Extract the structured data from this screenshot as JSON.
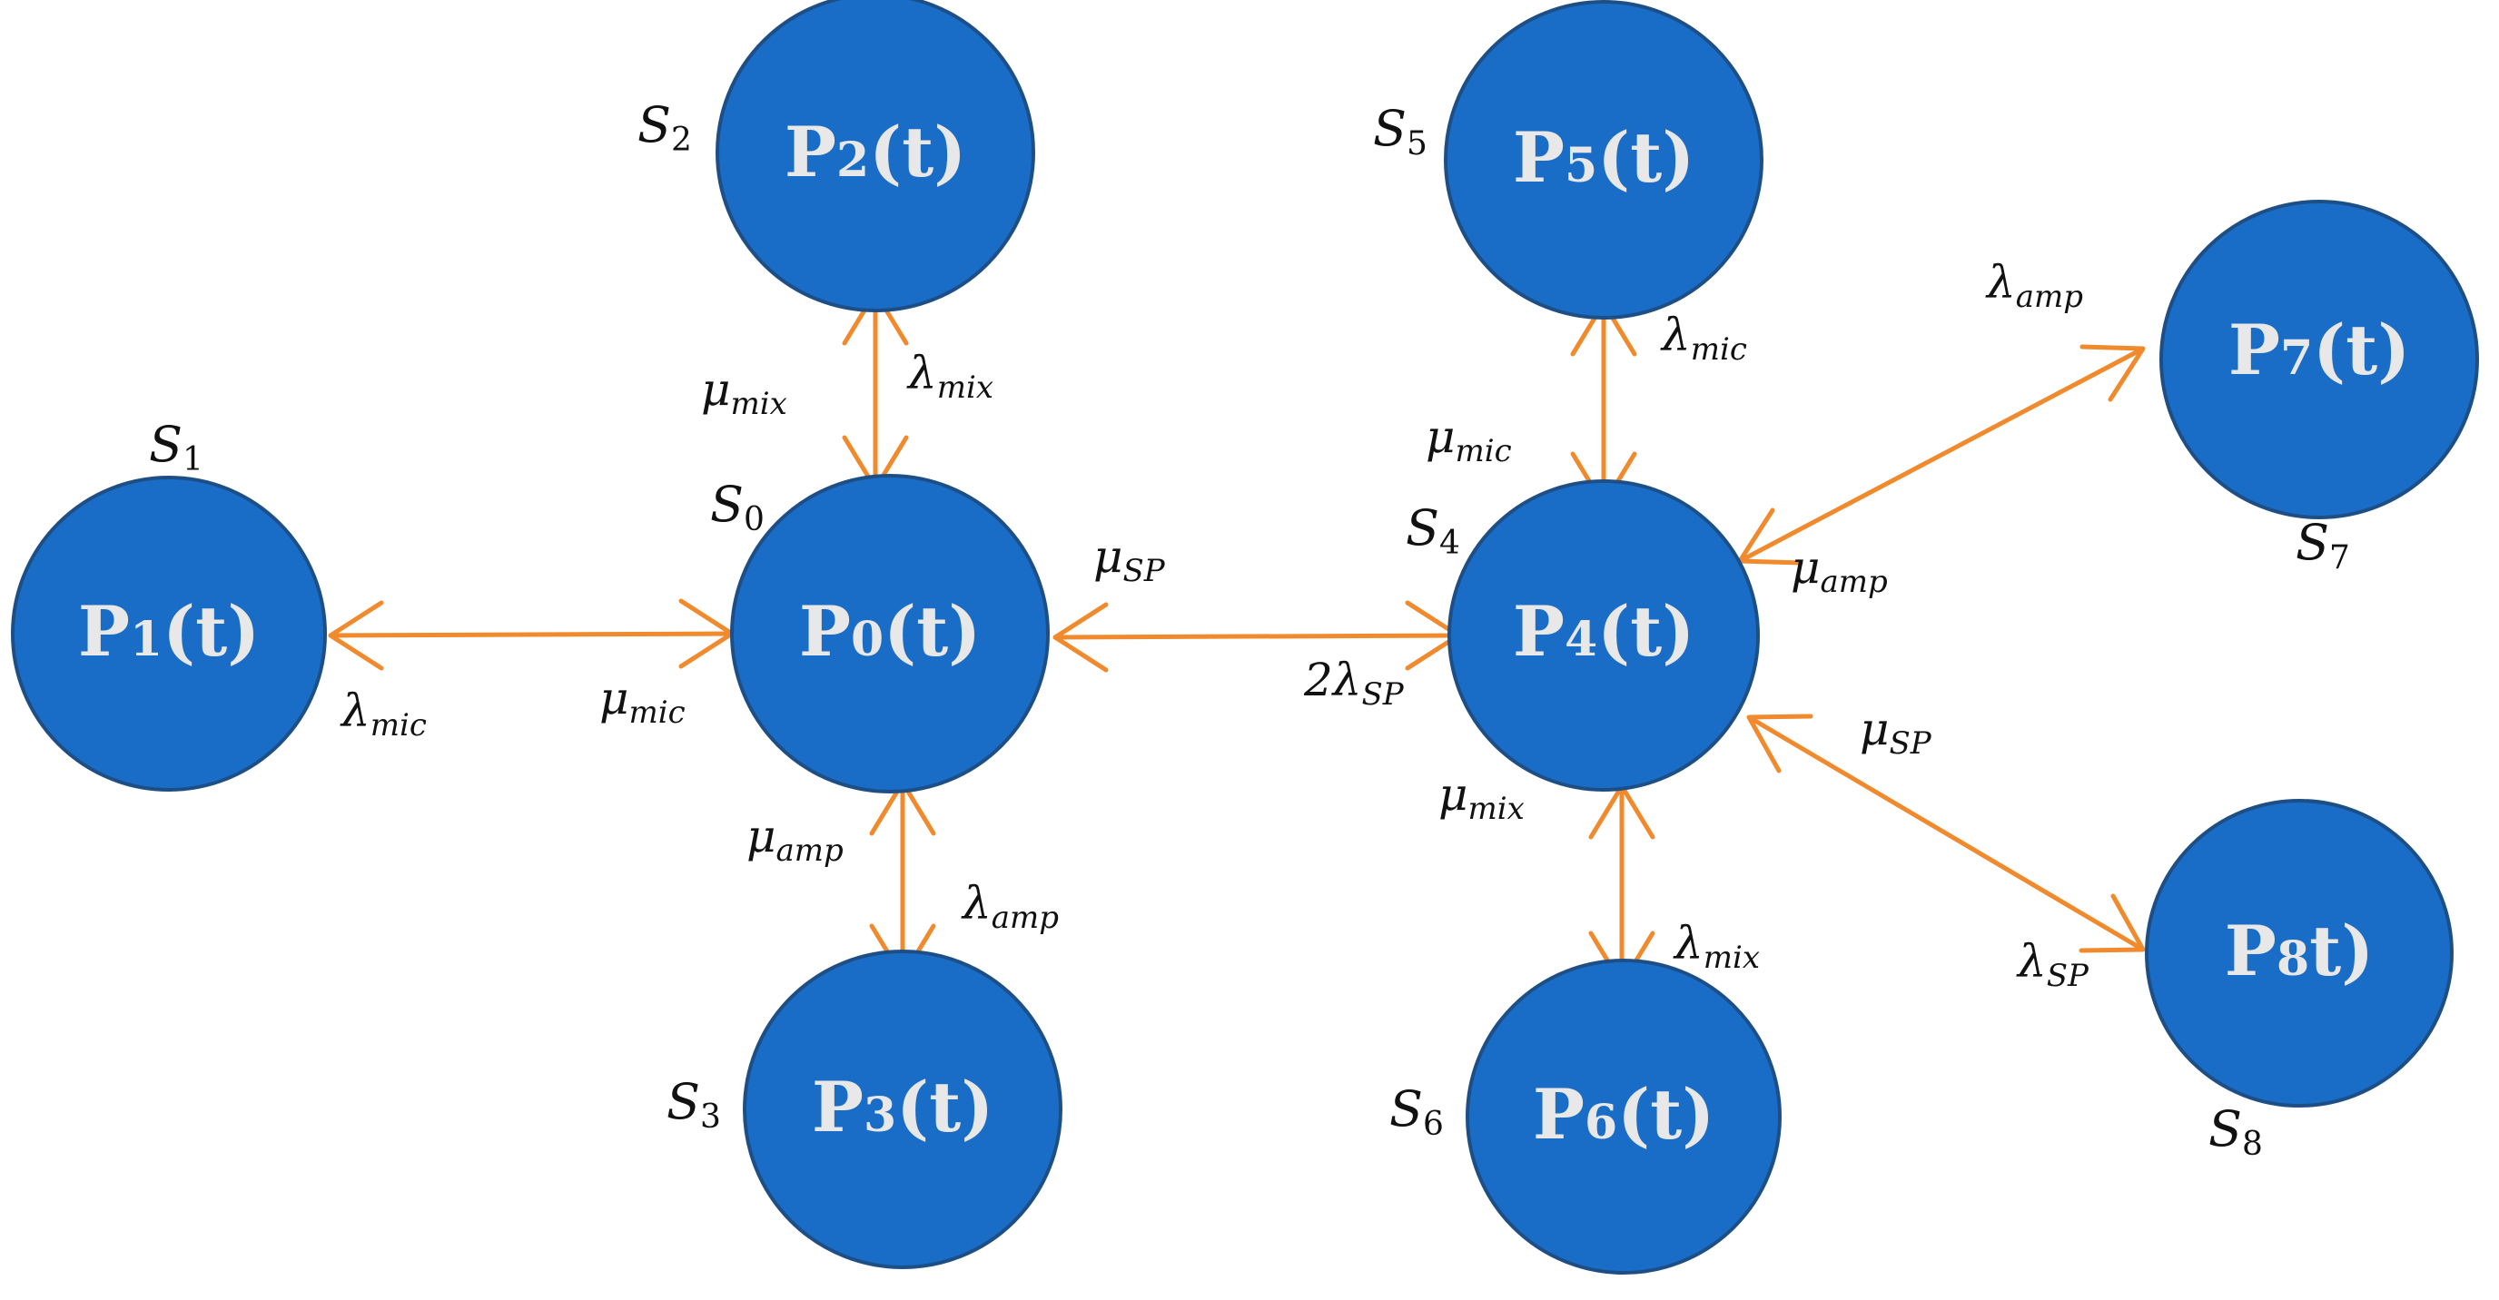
{
  "colors": {
    "node_fill": "#1a6dc6",
    "node_stroke": "#1d4f86",
    "node_text": "#e8e8e8",
    "arrow": "#f08a2d",
    "label_text": "#111111"
  },
  "nodes": [
    {
      "id": "n0",
      "main": "P",
      "sub": "0",
      "tail": "(t)",
      "state": "S",
      "state_sub": "0"
    },
    {
      "id": "n1",
      "main": "P",
      "sub": "1",
      "tail": "(t)",
      "state": "S",
      "state_sub": "1"
    },
    {
      "id": "n2",
      "main": "P",
      "sub": "2",
      "tail": "(t)",
      "state": "S",
      "state_sub": "2"
    },
    {
      "id": "n3",
      "main": "P",
      "sub": "3",
      "tail": "(t)",
      "state": "S",
      "state_sub": "3"
    },
    {
      "id": "n4",
      "main": "P",
      "sub": "4",
      "tail": "(t)",
      "state": "S",
      "state_sub": "4"
    },
    {
      "id": "n5",
      "main": "P",
      "sub": "5",
      "tail": "(t)",
      "state": "S",
      "state_sub": "5"
    },
    {
      "id": "n6",
      "main": "P",
      "sub": "6",
      "tail": "(t)",
      "state": "S",
      "state_sub": "6"
    },
    {
      "id": "n7",
      "main": "P",
      "sub": "7",
      "tail": "(t)",
      "state": "S",
      "state_sub": "7"
    },
    {
      "id": "n8",
      "main": "P",
      "sub": "8",
      "tail": "t)",
      "state": "S",
      "state_sub": "8"
    }
  ],
  "edges": [
    {
      "id": "e01",
      "from": "S0",
      "to": "S1",
      "rate_fwd": {
        "sym": "λ",
        "sub": "mic"
      },
      "rate_back": {
        "sym": "μ",
        "sub": "mic"
      }
    },
    {
      "id": "e02",
      "from": "S0",
      "to": "S2",
      "rate_fwd": {
        "sym": "λ",
        "sub": "mix"
      },
      "rate_back": {
        "sym": "μ",
        "sub": "mix"
      }
    },
    {
      "id": "e03",
      "from": "S0",
      "to": "S3",
      "rate_fwd": {
        "sym": "λ",
        "sub": "amp"
      },
      "rate_back": {
        "sym": "μ",
        "sub": "amp"
      }
    },
    {
      "id": "e04",
      "from": "S0",
      "to": "S4",
      "rate_fwd": {
        "sym": "2λ",
        "sub": "SP"
      },
      "rate_back": {
        "sym": "μ",
        "sub": "SP"
      }
    },
    {
      "id": "e45",
      "from": "S4",
      "to": "S5",
      "rate_fwd": {
        "sym": "λ",
        "sub": "mic"
      },
      "rate_back": {
        "sym": "μ",
        "sub": "mic"
      }
    },
    {
      "id": "e46",
      "from": "S4",
      "to": "S6",
      "rate_fwd": {
        "sym": "λ",
        "sub": "mix"
      },
      "rate_back": {
        "sym": "μ",
        "sub": "mix"
      }
    },
    {
      "id": "e47",
      "from": "S4",
      "to": "S7",
      "rate_fwd": {
        "sym": "λ",
        "sub": "amp"
      },
      "rate_back": {
        "sym": "μ",
        "sub": "amp"
      }
    },
    {
      "id": "e48",
      "from": "S4",
      "to": "S8",
      "rate_fwd": {
        "sym": "λ",
        "sub": "SP"
      },
      "rate_back": {
        "sym": "μ",
        "sub": "SP"
      }
    }
  ]
}
